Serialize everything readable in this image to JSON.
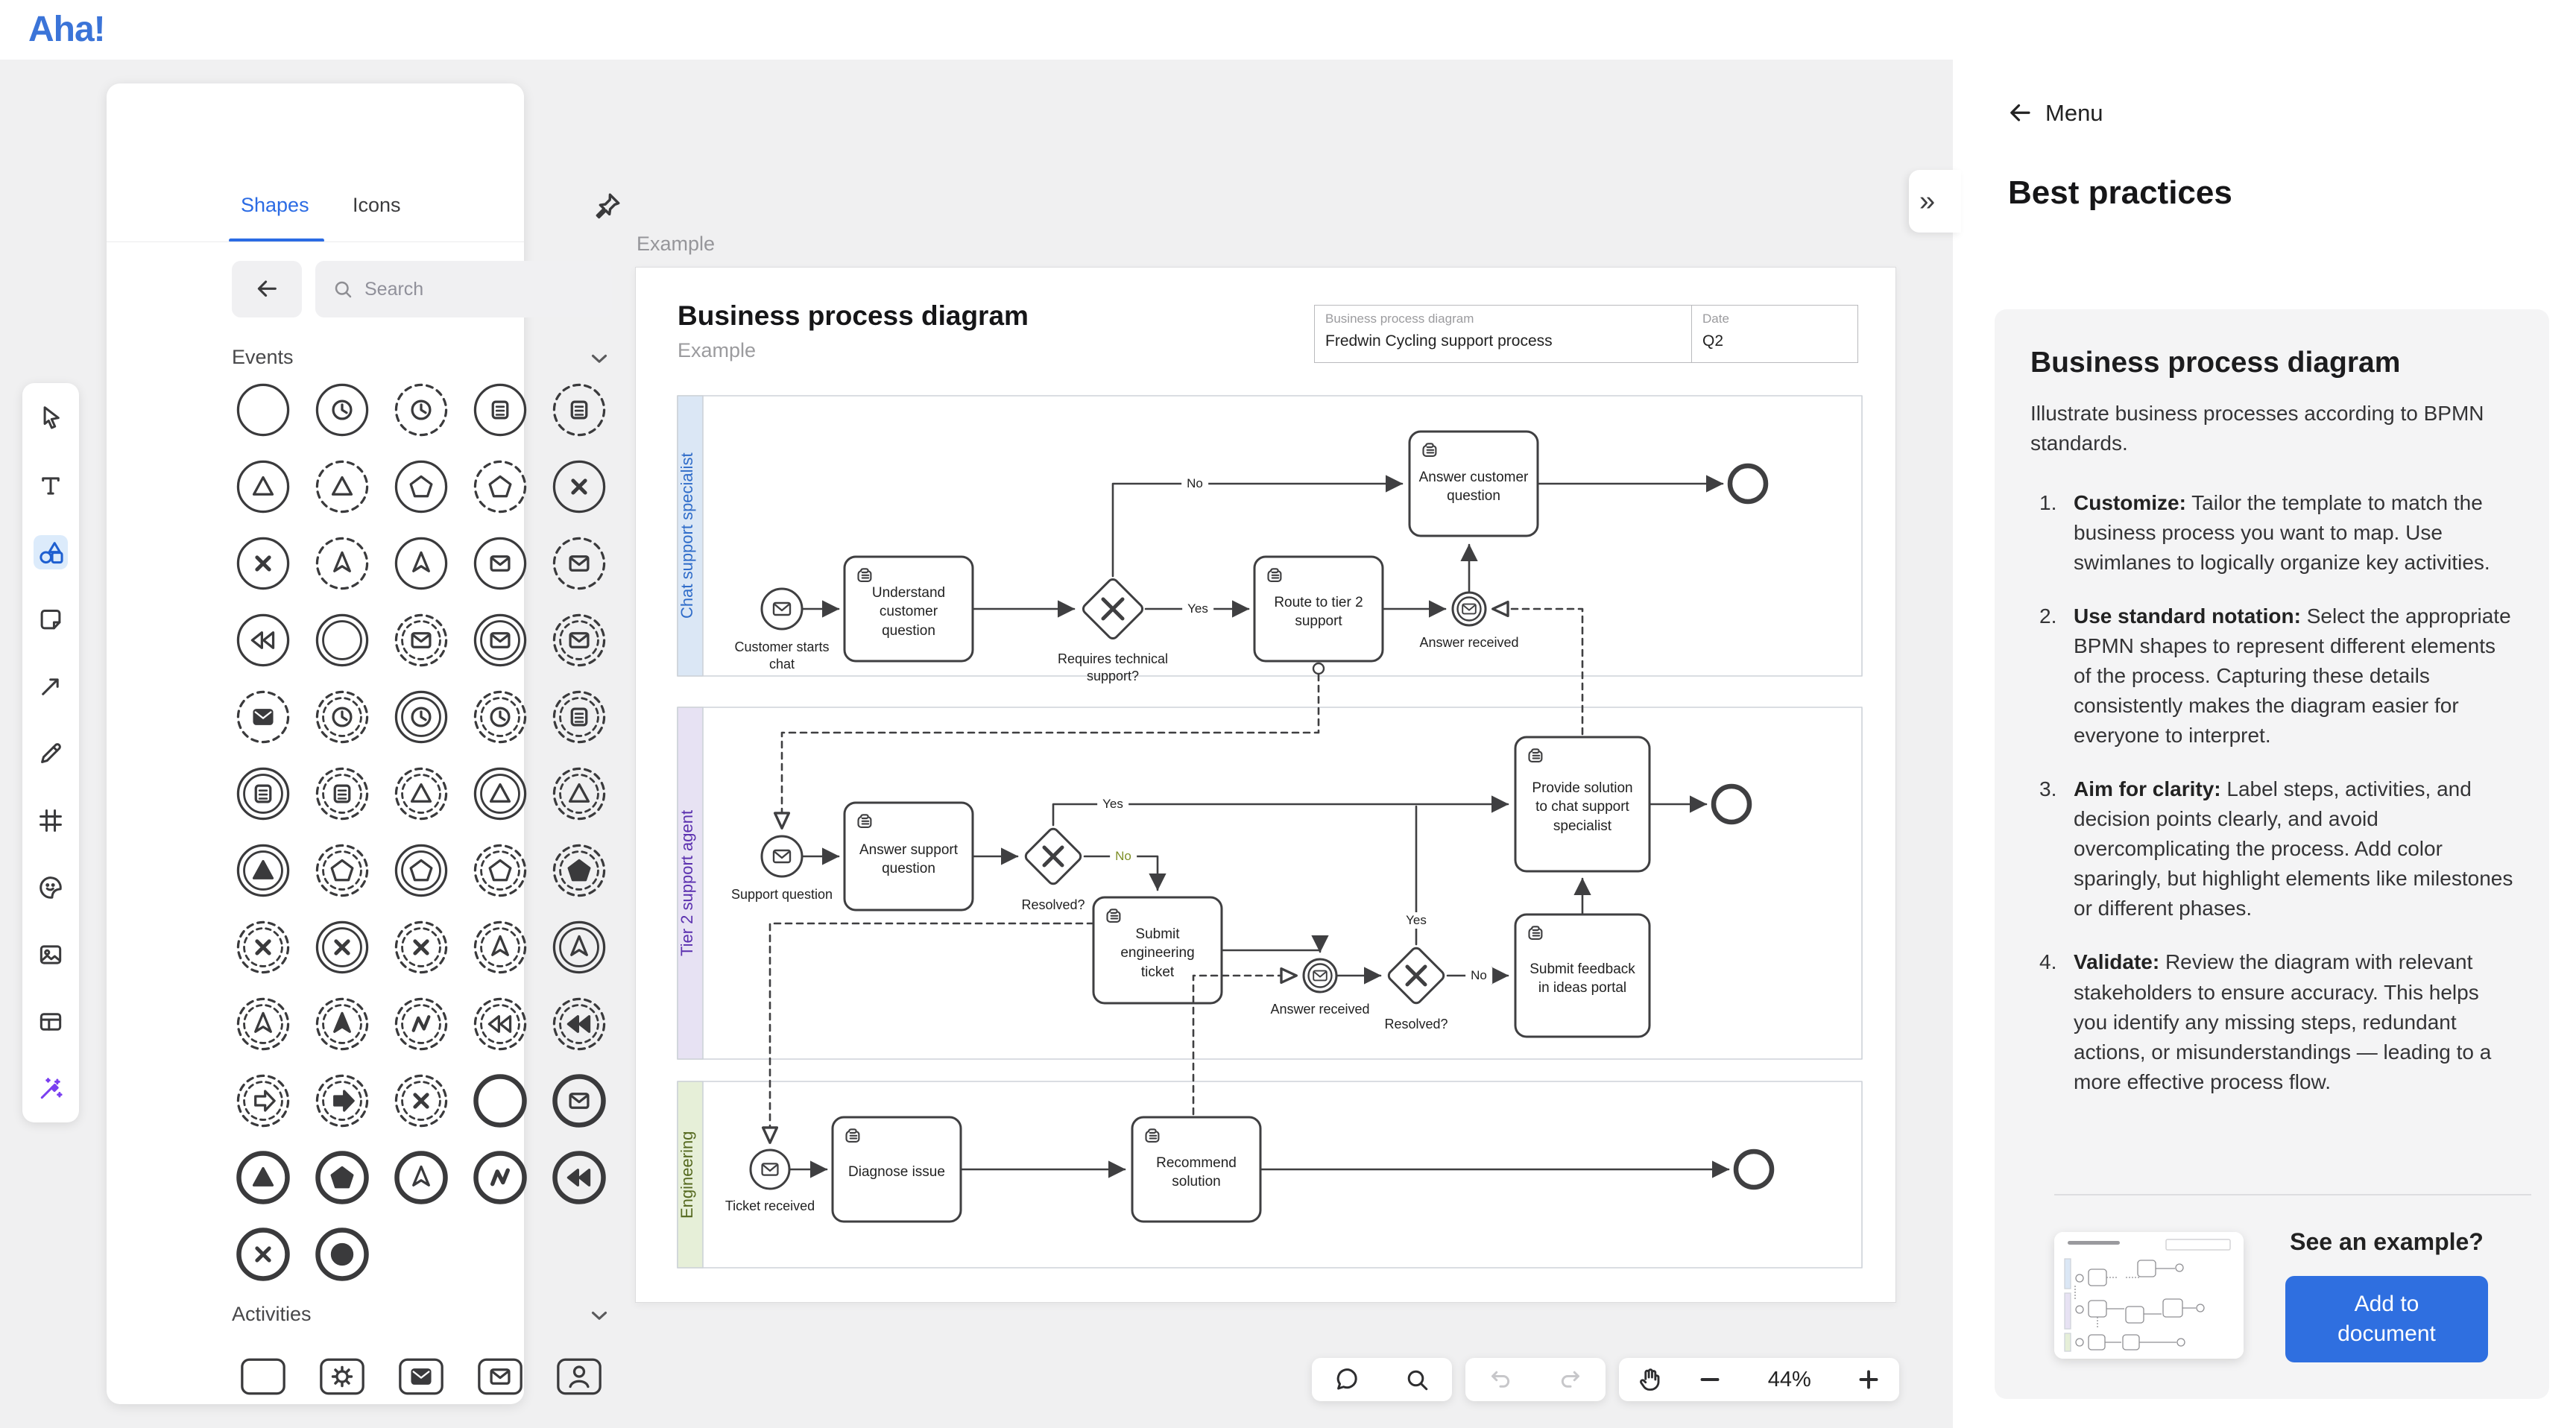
{
  "app": {
    "logo": "Aha!"
  },
  "shapes_panel": {
    "tabs": [
      {
        "label": "Shapes",
        "active": true
      },
      {
        "label": "Icons",
        "active": false
      }
    ],
    "search": {
      "placeholder": "Search"
    },
    "sections": {
      "events": "Events",
      "activities": "Activities"
    },
    "events": [
      {
        "r": "solid",
        "g": "none"
      },
      {
        "r": "solid",
        "g": "clock"
      },
      {
        "r": "dashed",
        "g": "clock"
      },
      {
        "r": "solid",
        "g": "doc"
      },
      {
        "r": "dashed",
        "g": "doc"
      },
      {
        "r": "solid",
        "g": "tri"
      },
      {
        "r": "dashed",
        "g": "tri"
      },
      {
        "r": "solid",
        "g": "pent"
      },
      {
        "r": "dashed",
        "g": "pent"
      },
      {
        "r": "solid",
        "g": "x"
      },
      {
        "r": "solid",
        "g": "x"
      },
      {
        "r": "dashed",
        "g": "arrow"
      },
      {
        "r": "solid",
        "g": "arrow"
      },
      {
        "r": "solid",
        "g": "env"
      },
      {
        "r": "dashed",
        "g": "env"
      },
      {
        "r": "solid",
        "g": "rew"
      },
      {
        "r": "double",
        "g": "none"
      },
      {
        "r": "ddash",
        "g": "env"
      },
      {
        "r": "double",
        "g": "env"
      },
      {
        "r": "ddash",
        "g": "env"
      },
      {
        "r": "dashed",
        "g": "env",
        "f": true
      },
      {
        "r": "ddash",
        "g": "clock"
      },
      {
        "r": "double",
        "g": "clock"
      },
      {
        "r": "ddash",
        "g": "clock"
      },
      {
        "r": "ddash",
        "g": "doc"
      },
      {
        "r": "double",
        "g": "doc"
      },
      {
        "r": "ddash",
        "g": "doc"
      },
      {
        "r": "ddash",
        "g": "tri"
      },
      {
        "r": "double",
        "g": "tri"
      },
      {
        "r": "ddash",
        "g": "tri"
      },
      {
        "r": "double",
        "g": "tri",
        "f": true
      },
      {
        "r": "ddash",
        "g": "pent"
      },
      {
        "r": "double",
        "g": "pent"
      },
      {
        "r": "ddash",
        "g": "pent"
      },
      {
        "r": "ddash",
        "g": "pent",
        "f": true
      },
      {
        "r": "ddash",
        "g": "x"
      },
      {
        "r": "double",
        "g": "x"
      },
      {
        "r": "ddash",
        "g": "x"
      },
      {
        "r": "ddash",
        "g": "arrow"
      },
      {
        "r": "double",
        "g": "arrow"
      },
      {
        "r": "ddash",
        "g": "arrow"
      },
      {
        "r": "ddash",
        "g": "arrow",
        "f": true
      },
      {
        "r": "ddash",
        "g": "zig"
      },
      {
        "r": "ddash",
        "g": "rew"
      },
      {
        "r": "ddash",
        "g": "rew",
        "f": true
      },
      {
        "r": "ddash",
        "g": "arrowR"
      },
      {
        "r": "ddash",
        "g": "arrowR",
        "f": true
      },
      {
        "r": "ddash",
        "g": "x"
      },
      {
        "r": "thick",
        "g": "none"
      },
      {
        "r": "thick",
        "g": "env"
      },
      {
        "r": "thick",
        "g": "tri",
        "f": true
      },
      {
        "r": "thick",
        "g": "pent",
        "f": true
      },
      {
        "r": "thick",
        "g": "arrow"
      },
      {
        "r": "thick",
        "g": "zig",
        "f": true
      },
      {
        "r": "thick",
        "g": "rew",
        "f": true
      },
      {
        "r": "thick",
        "g": "x"
      },
      {
        "r": "thick",
        "g": "dot",
        "f": true
      }
    ],
    "activities": [
      {
        "g": "none"
      },
      {
        "g": "gear"
      },
      {
        "g": "env",
        "f": true
      },
      {
        "g": "env"
      },
      {
        "g": "person"
      }
    ]
  },
  "tool_rail": {
    "items": [
      "select",
      "text",
      "shapes",
      "sticky-note",
      "connector",
      "pen",
      "frame",
      "sticker",
      "image",
      "table",
      "magic-wand"
    ],
    "active": "shapes"
  },
  "canvas": {
    "frame_label": "Example",
    "title": "Business process diagram",
    "subtitle": "Example",
    "info_table": {
      "name_label": "Business process diagram",
      "name_value": "Fredwin Cycling support process",
      "date_label": "Date",
      "date_value": "Q2"
    }
  },
  "bottom_toolbar": {
    "zoom_level": "44%"
  },
  "diagram": {
    "lanes": [
      {
        "name": "Chat support specialist",
        "strip_color": "#dbe7f5",
        "text_color": "#2f6cc9"
      },
      {
        "name": "Tier 2 support agent",
        "strip_color": "#e7e2f3",
        "text_color": "#5a2fae"
      },
      {
        "name": "Engineering",
        "strip_color": "#e6efd8",
        "text_color": "#55691f"
      }
    ],
    "nodes": {
      "customer_starts_chat": "Customer starts chat",
      "understand_customer_question": "Understand customer question",
      "requires_technical_support": "Requires technical support?",
      "route_to_tier_2_support": "Route to tier 2 support",
      "answer_customer_question": "Answer customer question",
      "answer_received_1": "Answer received",
      "support_question": "Support question",
      "answer_support_question": "Answer support question",
      "resolved_1": "Resolved?",
      "submit_engineering_ticket": "Submit engineering ticket",
      "answer_received_2": "Answer received",
      "resolved_2": "Resolved?",
      "submit_feedback_in_ideas_portal": "Submit feedback in ideas portal",
      "provide_solution": "Provide solution to chat support specialist",
      "ticket_received": "Ticket received",
      "diagnose_issue": "Diagnose issue",
      "recommend_solution": "Recommend solution"
    },
    "edge_labels": {
      "yes1": "Yes",
      "no1": "No",
      "yes2": "Yes",
      "no2": "No",
      "yes3": "Yes",
      "no3": "No"
    },
    "colors": {
      "stroke": "#3f3f41",
      "no2_green": "#7e8f27"
    }
  },
  "right_panel": {
    "menu_label": "Menu",
    "title": "Best practices",
    "card": {
      "heading": "Business process diagram",
      "intro": "Illustrate business processes according to BPMN standards.",
      "items": [
        {
          "lead": "Customize:",
          "text": " Tailor the template to match the business process you want to map. Use swimlanes to logically organize key activities."
        },
        {
          "lead": "Use standard notation:",
          "text": " Select the appropriate BPMN shapes to represent different elements of the process. Capturing these details consistently makes the diagram easier for everyone to interpret."
        },
        {
          "lead": "Aim for clarity:",
          "text": " Label steps, activities, and decision points clearly, and avoid overcomplicating the process. Add color sparingly, but highlight elements like milestones or different phases."
        },
        {
          "lead": "Validate:",
          "text": " Review the diagram with relevant stakeholders to ensure accuracy. This helps you identify any missing steps, redundant actions, or misunderstandings — leading to a more effective process flow."
        }
      ]
    },
    "example": {
      "prompt": "See an example?",
      "button_label": "Add to document"
    }
  }
}
